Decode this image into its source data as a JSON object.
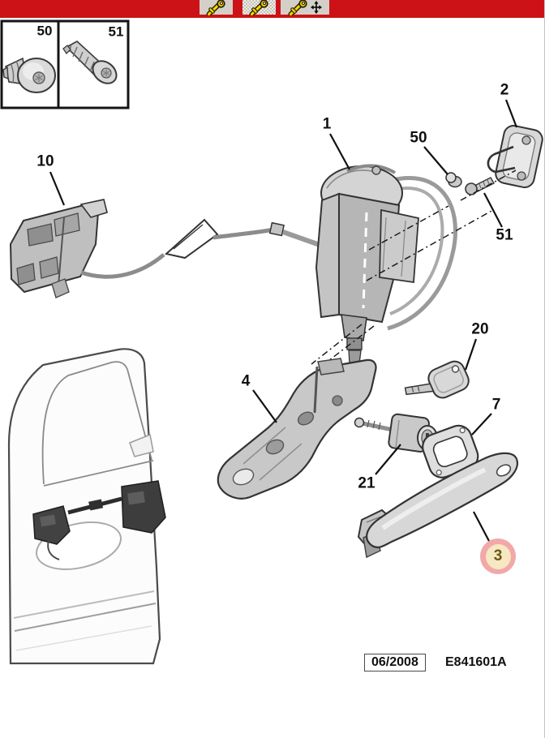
{
  "toolbar": {
    "bar_color": "#cc1217",
    "buttons": [
      {
        "icon": "key-zoom-icon"
      },
      {
        "icon": "key-zoom-icon"
      },
      {
        "icon": "key-zoom-pan-icon"
      }
    ]
  },
  "inset": {
    "labels": [
      "50",
      "51"
    ]
  },
  "callouts": [
    {
      "label": "10"
    },
    {
      "label": "1"
    },
    {
      "label": "50"
    },
    {
      "label": "2"
    },
    {
      "label": "51"
    },
    {
      "label": "4"
    },
    {
      "label": "20"
    },
    {
      "label": "7"
    },
    {
      "label": "21"
    },
    {
      "label": "3",
      "highlighted": true
    }
  ],
  "highlight": {
    "ring_color": "#f2a8a8",
    "fill_color": "#f6e8c2",
    "text_color": "#6b5a14"
  },
  "footer": {
    "date": "06/2008",
    "reference": "E841601A"
  }
}
